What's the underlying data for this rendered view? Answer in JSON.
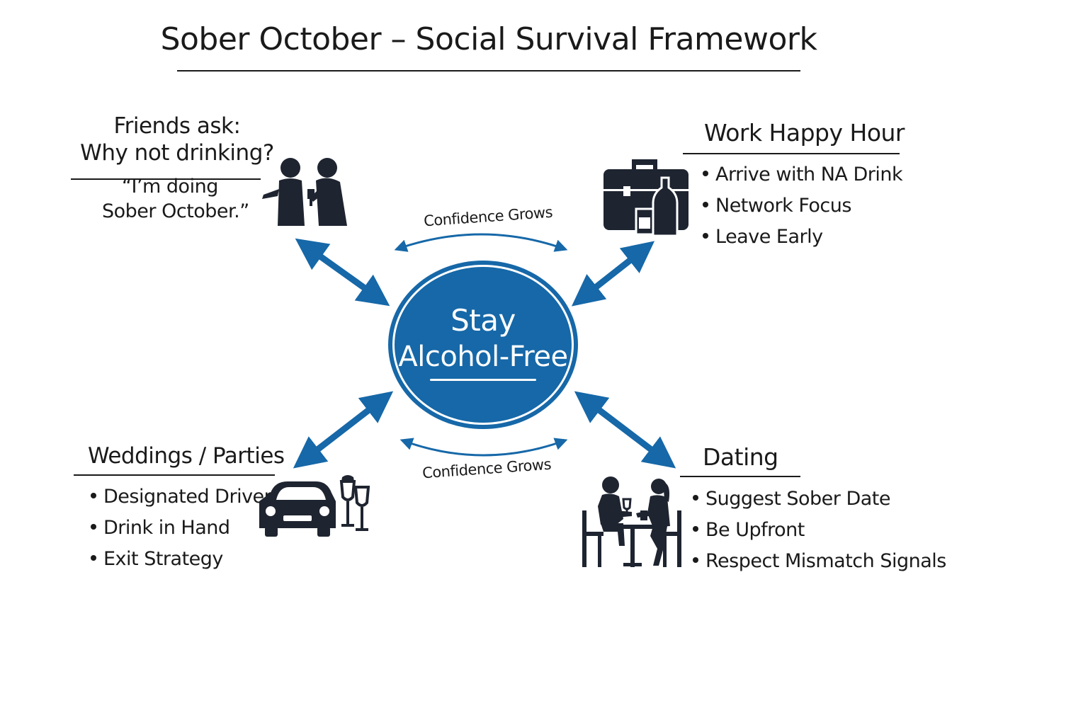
{
  "title": "Sober October – Social Survival Framework",
  "hub": {
    "line1": "Stay",
    "line2": "Alcohol-Free",
    "color": "#1668a8"
  },
  "confidence_top": "Confidence Grows",
  "confidence_bottom": "Confidence Grows",
  "friends": {
    "heading_line1": "Friends ask:",
    "heading_line2": "Why not drinking?",
    "quote_line1": "“I’m doing",
    "quote_line2": "Sober October.”"
  },
  "work": {
    "heading": "Work Happy Hour",
    "items": [
      "Arrive with NA Drink",
      "Network Focus",
      "Leave Early"
    ]
  },
  "weddings": {
    "heading": "Weddings / Parties",
    "items": [
      "Designated Driver",
      "Drink in Hand",
      "Exit Strategy"
    ]
  },
  "dating": {
    "heading": "Dating",
    "items": [
      "Suggest Sober Date",
      "Be Upfront",
      "Respect Mismatch Signals"
    ]
  },
  "icons": {
    "friends": "two-people-chatting-icon",
    "work": "briefcase-with-drinks-icon",
    "weddings": "car-with-wine-glasses-icon",
    "dating": "couple-at-table-icon"
  },
  "colors": {
    "accent": "#1668a8",
    "ink": "#1a1a1a"
  }
}
